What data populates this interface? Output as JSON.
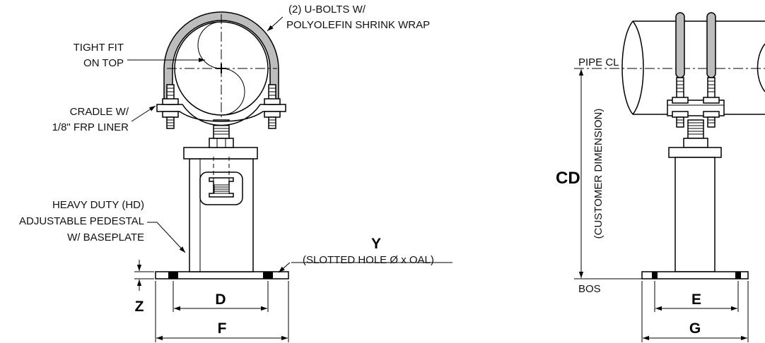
{
  "left_view": {
    "callouts": {
      "ubolts_line1": "(2) U-BOLTS W/",
      "ubolts_line2": "POLYOLEFIN SHRINK WRAP",
      "tight_fit_line1": "TIGHT FIT",
      "tight_fit_line2": "ON TOP",
      "cradle_line1": "CRADLE W/",
      "cradle_line2": "1/8\" FRP LINER",
      "pedestal_line1": "HEAVY DUTY (HD)",
      "pedestal_line2": "ADJUSTABLE PEDESTAL",
      "pedestal_line3": "W/ BASEPLATE",
      "slotted_hole": "(SLOTTED HOLE Ø x OAL)"
    },
    "dimensions": {
      "y": "Y",
      "z": "Z",
      "d": "D",
      "f": "F"
    }
  },
  "right_view": {
    "labels": {
      "pipe_cl": "PIPE CL",
      "bos": "BOS",
      "customer_dimension": "(CUSTOMER DIMENSION)"
    },
    "dimensions": {
      "cd": "CD",
      "e": "E",
      "g": "G"
    }
  }
}
